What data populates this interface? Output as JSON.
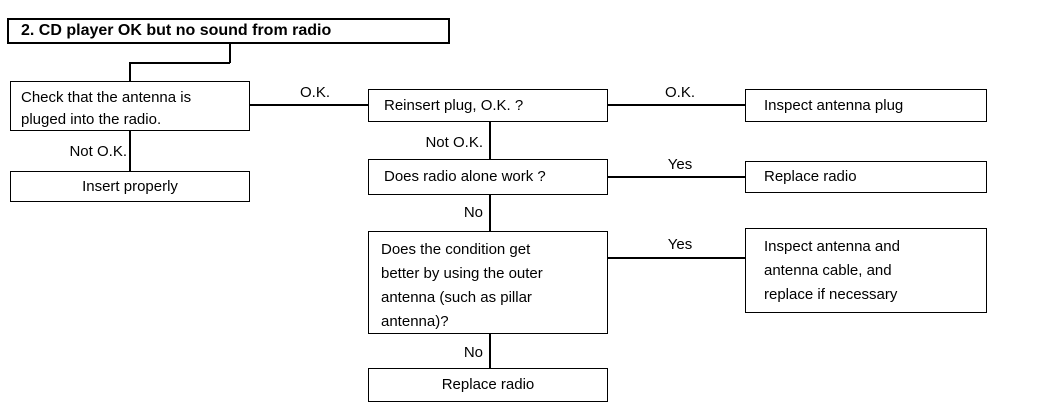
{
  "diagram": {
    "title": "2. CD player OK but no sound from radio",
    "nodes": {
      "check_antenna": {
        "lines": [
          "Check that the antenna is",
          "pluged into the radio."
        ]
      },
      "insert_properly": {
        "text": "Insert properly"
      },
      "reinsert_plug": {
        "text": "Reinsert plug, O.K. ?"
      },
      "inspect_plug": {
        "text": "Inspect antenna plug"
      },
      "radio_alone": {
        "text": "Does radio alone work ?"
      },
      "replace_radio_right": {
        "text": "Replace radio"
      },
      "condition_outer_antenna": {
        "lines": [
          "Does the condition get",
          "better by using the outer",
          "antenna (such as pillar",
          "antenna)?"
        ]
      },
      "inspect_antenna_cable": {
        "lines": [
          "Inspect antenna and",
          "antenna cable, and",
          "replace if necessary"
        ]
      },
      "replace_radio_bottom": {
        "text": "Replace radio"
      }
    },
    "edge_labels": {
      "check_ok": "O.K.",
      "check_not_ok": "Not O.K.",
      "reinsert_ok": "O.K.",
      "reinsert_not_ok": "Not O.K.",
      "radio_alone_yes": "Yes",
      "radio_alone_no": "No",
      "condition_yes": "Yes",
      "condition_no": "No"
    },
    "colors": {
      "line": "#000000",
      "background": "#ffffff",
      "text": "#000000"
    }
  }
}
